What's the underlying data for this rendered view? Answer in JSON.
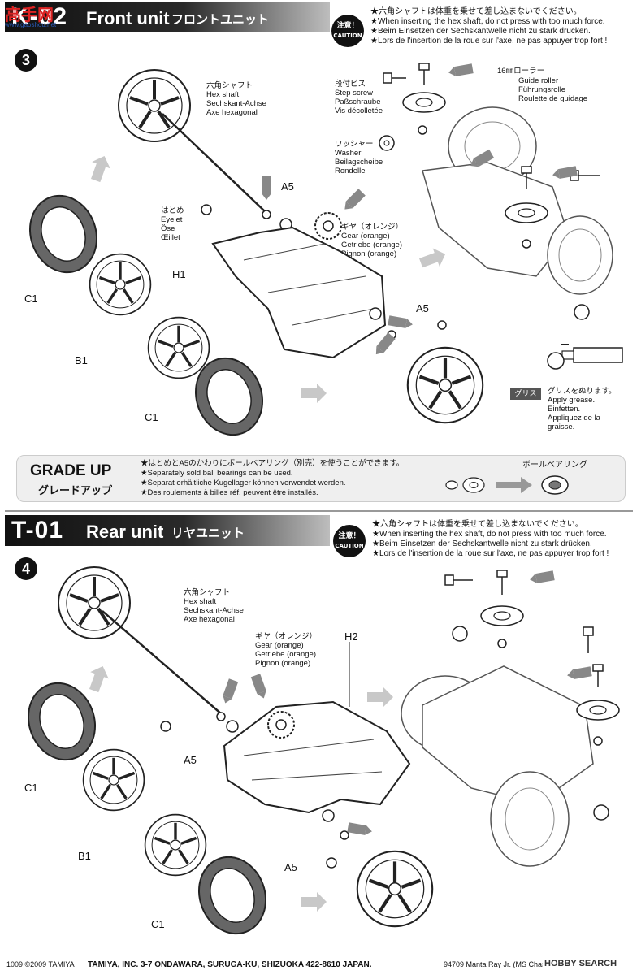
{
  "watermark": {
    "cn": "高手网",
    "url": "www.gaoshou.net"
  },
  "section1": {
    "code": "K-02",
    "title_en": "Front unit",
    "title_jp": "フロントユニット",
    "step": "3",
    "caution_jp": "注意！",
    "caution_en": "CAUTION",
    "warnings": [
      "★六角シャフトは体重を乗せて差し込まないでください。",
      "★When inserting the hex shaft, do not press with too much force.",
      "★Beim Einsetzen der Sechskantwelle nicht zu stark drücken.",
      "★Lors de l'insertion de la roue sur l'axe, ne pas appuyer trop fort !"
    ],
    "hex_shaft": [
      "六角シャフト",
      "Hex shaft",
      "Sechskant-Achse",
      "Axe hexagonal"
    ],
    "step_screw": [
      "段付ビス",
      "Step screw",
      "Paßschraube",
      "Vis décolletée"
    ],
    "guide_roller": [
      "16㎜ローラー",
      "Guide roller",
      "Führungsrolle",
      "Roulette de guidage"
    ],
    "washer": [
      "ワッシャー",
      "Washer",
      "Beilagscheibe",
      "Rondelle"
    ],
    "eyelet": [
      "はとめ",
      "Eyelet",
      "Öse",
      "Œillet"
    ],
    "gear": [
      "ギヤ（オレンジ）",
      "Gear (orange)",
      "Getriebe (orange)",
      "Pignon (orange)"
    ],
    "grease": [
      "グリスをぬります。",
      "Apply grease.",
      "Einfetten.",
      "Appliquez de la",
      "graisse."
    ],
    "grease_tag": "グリス",
    "parts": {
      "a5_top": "A5",
      "h1": "H1",
      "a5_bottom": "A5",
      "c1_left": "C1",
      "b1": "B1",
      "c1_bottom": "C1"
    }
  },
  "grade_up": {
    "title": "GRADE UP",
    "title_jp": "グレードアップ",
    "lines": [
      "★はとめとA5のかわりにボールベアリング（別売）を使うことができます。",
      "★Separately sold ball bearings can be used.",
      "★Separat erhältliche Kugellager können verwendet werden.",
      "★Des roulements à billes réf. peuvent être installés."
    ],
    "bearing_label": "ボールベアリング"
  },
  "section2": {
    "code": "T-01",
    "title_en": "Rear unit",
    "title_jp": "リヤユニット",
    "step": "4",
    "caution_jp": "注意！",
    "caution_en": "CAUTION",
    "warnings": [
      "★六角シャフトは体重を乗せて差し込まないでください。",
      "★When inserting the hex shaft, do not press with too much force.",
      "★Beim Einsetzen der Sechskantwelle nicht zu stark drücken.",
      "★Lors de l'insertion de la roue sur l'axe, ne pas appuyer trop fort !"
    ],
    "hex_shaft": [
      "六角シャフト",
      "Hex shaft",
      "Sechskant-Achse",
      "Axe hexagonal"
    ],
    "gear": [
      "ギヤ（オレンジ）",
      "Gear (orange)",
      "Getriebe (orange)",
      "Pignon (orange)"
    ],
    "parts": {
      "h2": "H2",
      "a5_left": "A5",
      "a5_bottom": "A5",
      "c1_left": "C1",
      "b1": "B1",
      "c1_bottom": "C1"
    }
  },
  "footer": {
    "left": "1009 ©2009 TAMIYA",
    "address": "TAMIYA, INC.  3-7 ONDAWARA, SURUGA-KU, SHIZUOKA 422-8610 JAPAN.",
    "product": "94709  Manta Ray Jr.  (MS Chassis)",
    "brand": "HOBBY SEARCH"
  },
  "colors": {
    "dark": "#111111",
    "grey": "#8a8a8a",
    "light": "#efefef"
  }
}
